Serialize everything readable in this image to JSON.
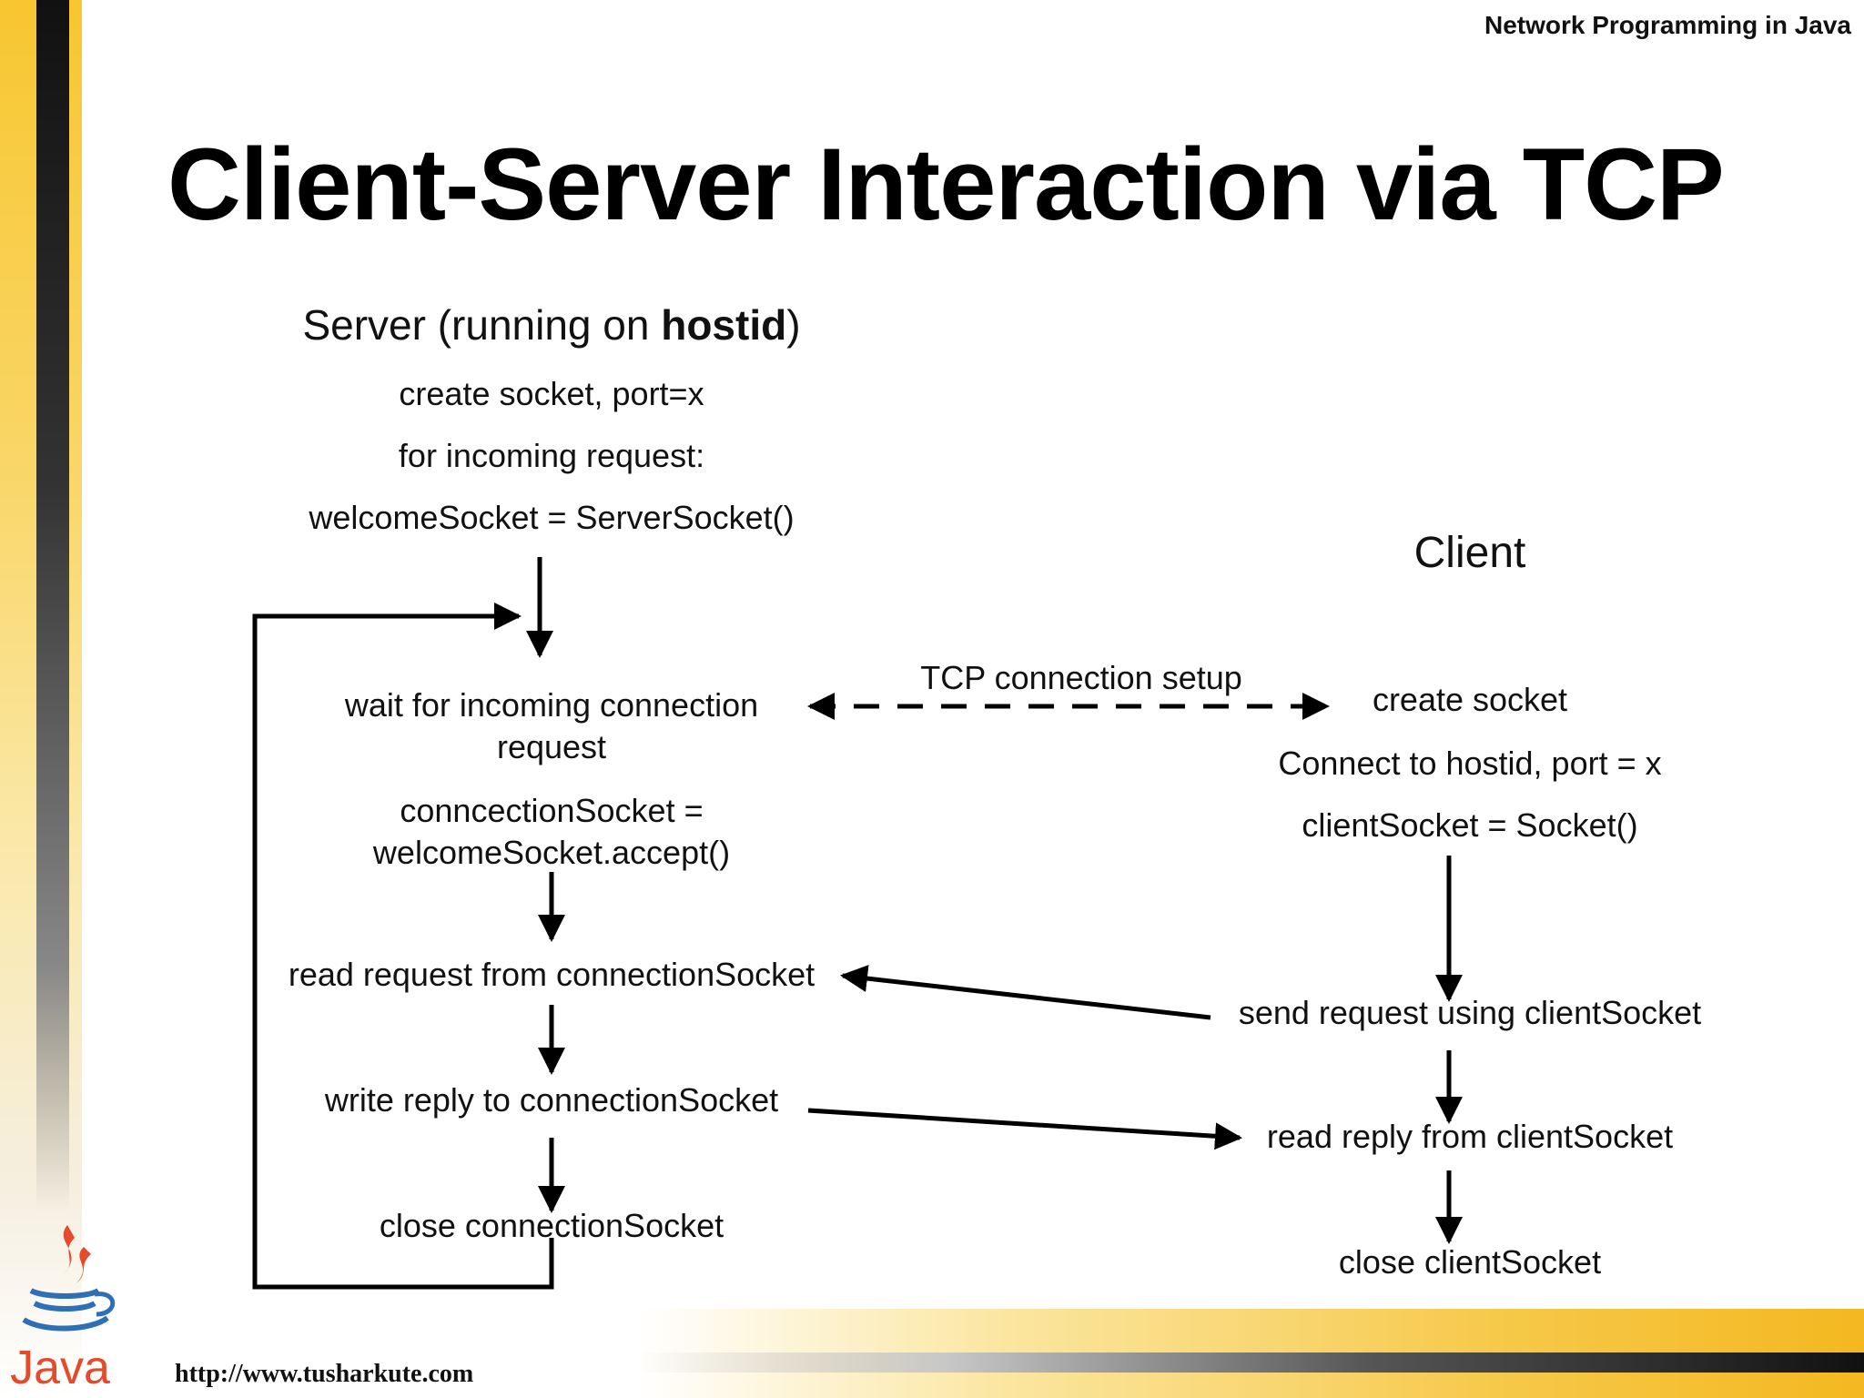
{
  "header": {
    "course": "Network Programming in Java"
  },
  "title": "Client-Server Interaction via TCP",
  "server": {
    "heading_prefix": "Server (running on ",
    "heading_bold": "hostid",
    "heading_suffix": ")",
    "steps": {
      "create_socket": "create socket, port=x",
      "for_incoming": "for incoming  request:",
      "welcome_socket": "welcomeSocket = ServerSocket()",
      "wait_line1": "wait for incoming  connection",
      "wait_line2": "request",
      "conn_line1": "conncectionSocket  =",
      "conn_line2": "welcomeSocket.accept()",
      "read_request": "read request from connectionSocket",
      "write_reply": "write reply to connectionSocket",
      "close": "close connectionSocket"
    }
  },
  "client": {
    "heading": "Client",
    "steps": {
      "create_socket": "create socket",
      "connect": "Connect to hostid, port = x",
      "client_socket": "clientSocket = Socket()",
      "send_request": "send request using clientSocket",
      "read_reply": "read reply from clientSocket",
      "close": "close clientSocket"
    }
  },
  "connection_label": "TCP connection  setup",
  "footer": {
    "url": "http://www.tusharkute.com",
    "logo_text": "Java"
  },
  "colors": {
    "accent_yellow": "#f6c94a",
    "line": "#000000"
  }
}
